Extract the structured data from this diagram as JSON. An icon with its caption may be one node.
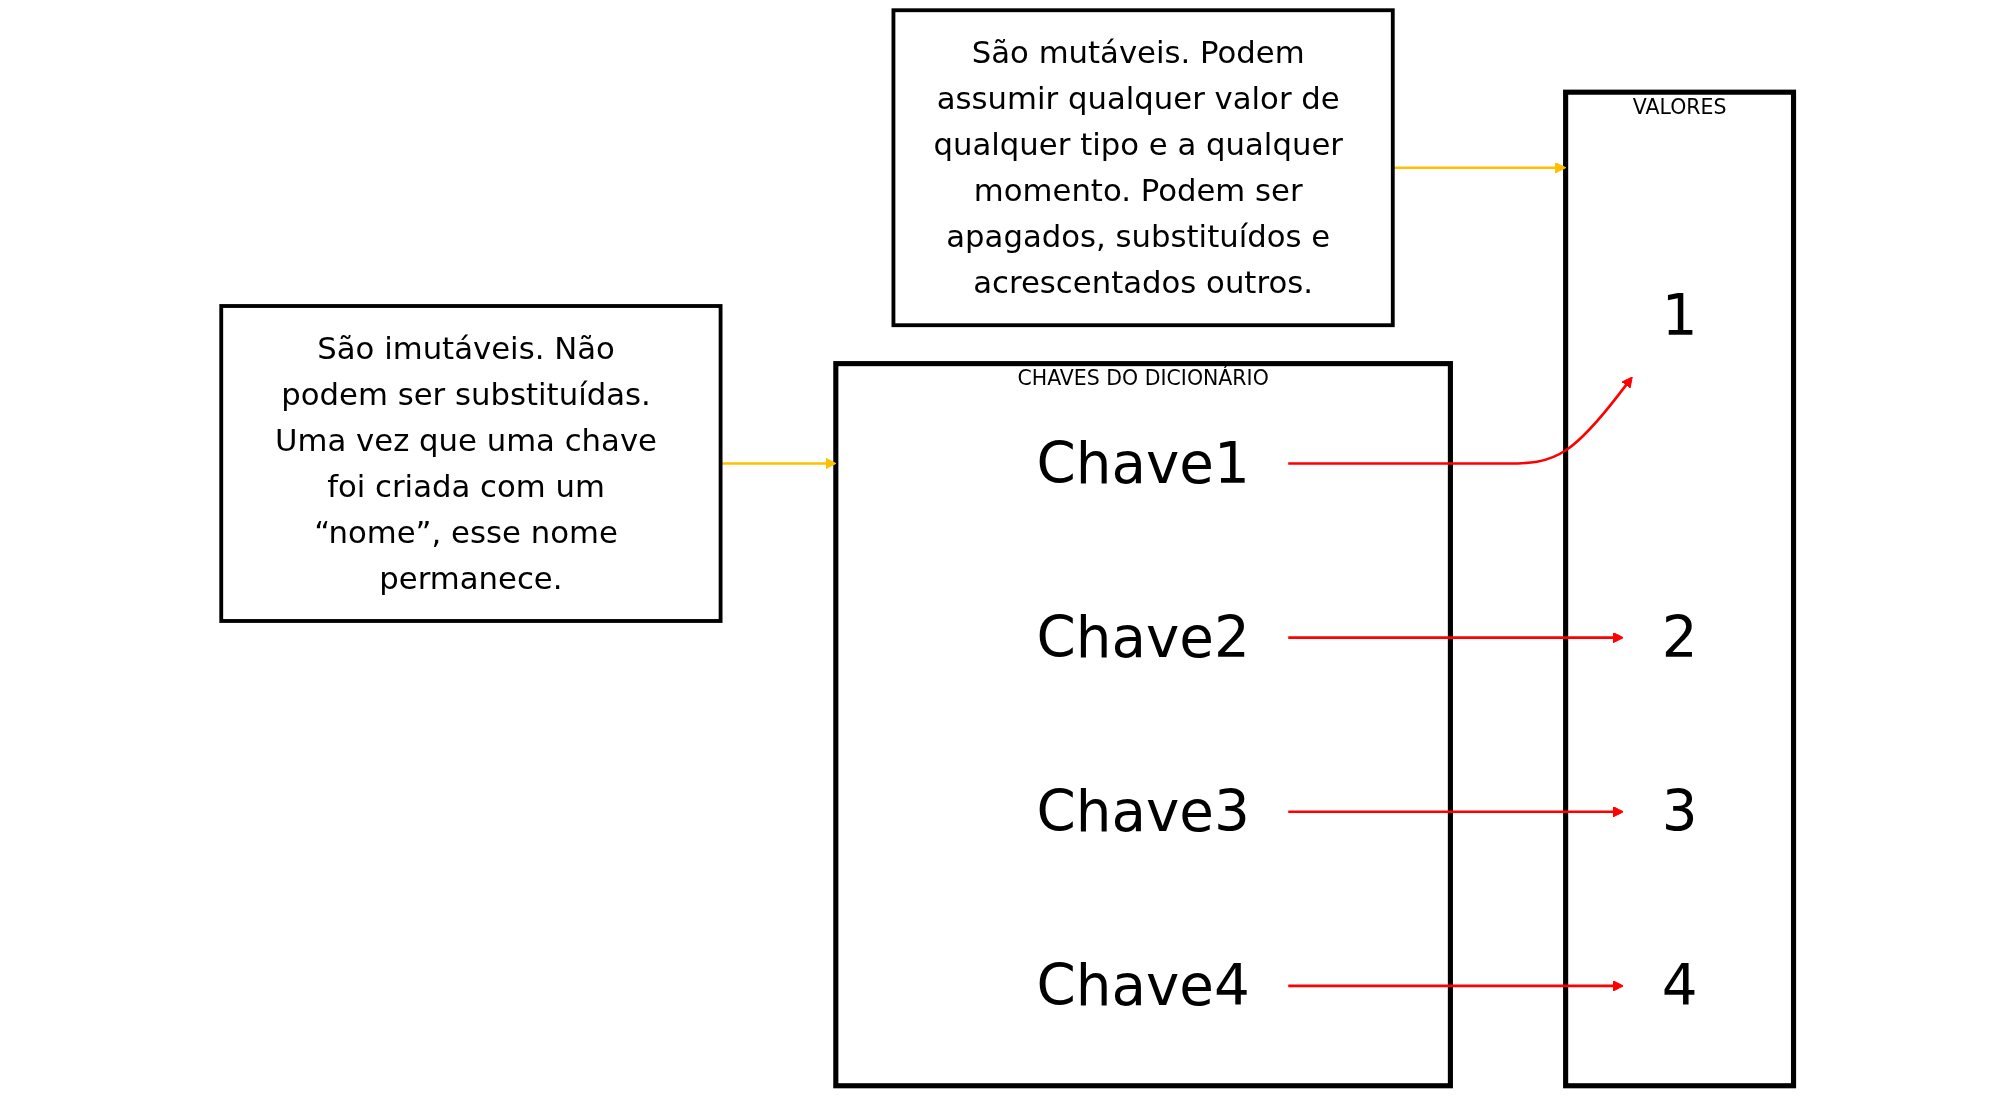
{
  "diagram": {
    "nodes": [
      {
        "text": [
          "CHAVES DO DICIONÁRIO"
        ]
      },
      {
        "text": [
          "Chave1"
        ],
        "in": 0
      },
      {
        "text": [
          "Chave2"
        ],
        "in": 0
      },
      {
        "text": [
          "Chave3"
        ],
        "in": 0
      },
      {
        "text": [
          "Chave4"
        ],
        "in": 0
      },
      {
        "text": [
          "VALORES"
        ]
      },
      {
        "text": [
          "1"
        ],
        "in": 5
      },
      {
        "text": [
          "2"
        ],
        "in": 5
      },
      {
        "text": [
          "3"
        ],
        "in": 5
      },
      {
        "text": [
          "4"
        ],
        "in": 5
      },
      {
        "text": [
          "São mutáveis. Podem assumir qualquer valor de qualquer tipo e a qualquer momento. Podem ser apagados, substituídos e acrescentados outros."
        ]
      },
      {
        "text": [
          "São imutáveis. Não podem ser substituídas. Uma vez que uma chave foi criada com um “nome”, esse nome permanece."
        ]
      }
    ],
    "edges": [
      {
        "from": 1,
        "to": 6,
        "arrow": "to"
      },
      {
        "from": 2,
        "to": 7,
        "arrow": "to"
      },
      {
        "from": 3,
        "to": 8,
        "arrow": "to"
      },
      {
        "from": 4,
        "to": 9,
        "arrow": "to"
      },
      {
        "from": 10,
        "to": 5,
        "arrow": "to",
        "color": "#ffc000"
      },
      {
        "from": 11,
        "to": 0,
        "arrow": "to",
        "color": "#ffc000"
      }
    ]
  }
}
